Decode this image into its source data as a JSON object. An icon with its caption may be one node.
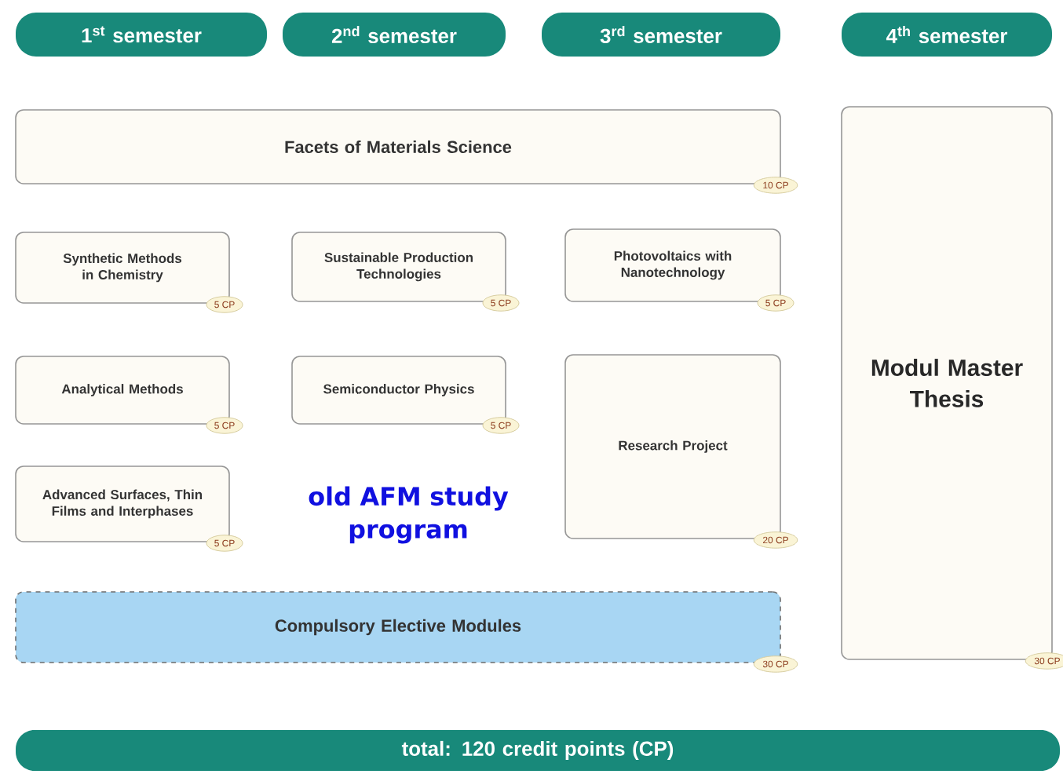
{
  "diagram": {
    "nodes": [
      {
        "text": [
          "1$^{st}$ semester"
        ]
      },
      {
        "text": [
          "2$^{nd}$ semester"
        ]
      },
      {
        "text": [
          "3$^{rd}$ semester"
        ]
      },
      {
        "text": [
          "4$^{th}$ semester"
        ]
      },
      {
        "text": [
          "Facets of Materials Science"
        ],
        "beside": [
          "10 CP"
        ]
      },
      {
        "text": [
          "Synthetic Methods in Chemistry"
        ],
        "beside": [
          "5 CP"
        ]
      },
      {
        "text": [
          "Sustainable Production Technologies"
        ],
        "beside": [
          "5 CP"
        ]
      },
      {
        "text": [
          "Photovoltaics with Nanotechnology"
        ],
        "beside": [
          "5 CP"
        ]
      },
      {
        "text": [
          "Analytical Methods"
        ],
        "beside": [
          "5 CP"
        ]
      },
      {
        "text": [
          "Semiconductor Physics"
        ],
        "beside": [
          "5 CP"
        ]
      },
      {
        "text": [
          "Research Project"
        ],
        "beside": [
          "20 CP"
        ]
      },
      {
        "text": [
          "Advanced Surfaces, Thin Films and Interphases"
        ],
        "beside": [
          "5 CP"
        ]
      },
      {
        "text": [
          "Compulsory Elective Modules"
        ],
        "beside": [
          "30 CP"
        ]
      },
      {
        "text": [
          "Modul Master Thesis"
        ],
        "beside": [
          "30 CP"
        ]
      },
      {
        "text": [
          "total: 120 credit points (CP)"
        ]
      }
    ],
    "labels": [
      "old AFM study program"
    ]
  }
}
